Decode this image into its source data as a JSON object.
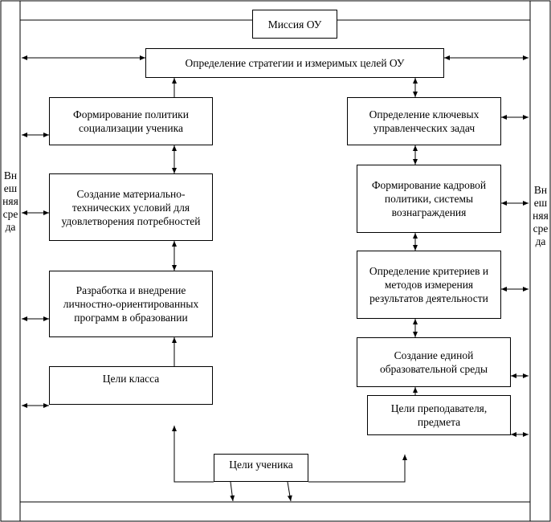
{
  "external_env": {
    "left_label": "Внешняя среда",
    "right_label": "Внешняя среда"
  },
  "mission": "Миссия ОУ",
  "strategy": "Определение стратегии и измеримых целей ОУ",
  "left_column": {
    "socialization": "Формирование политики социализации ученика",
    "material": "Создание материально-технических условий для удовлетворения потребностей",
    "programs": "Разработка и внедрение личностно-ориентированных программ в образовании",
    "class_goals": "Цели класса"
  },
  "right_column": {
    "management": "Определение ключевых управленческих задач",
    "personnel": "Формирование кадровой политики, системы вознаграждения",
    "criteria": "Определение критериев и методов измерения результатов деятельности",
    "environment": "Создание единой образовательной среды",
    "teacher_goals": "Цели преподавателя, предмета"
  },
  "student_goals": "Цели ученика"
}
